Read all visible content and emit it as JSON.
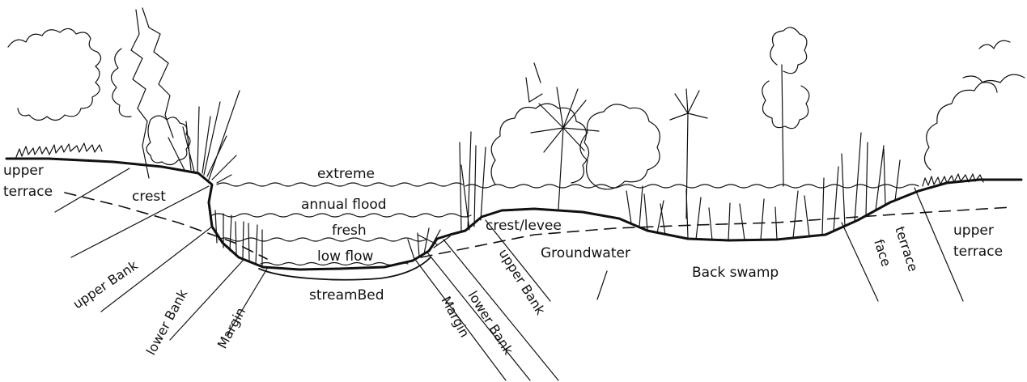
{
  "labels": {
    "upper_terrace_left_1": "upper",
    "upper_terrace_left_2": "terrace",
    "crest": "crest",
    "extreme": "extreme",
    "annual_flood": "annual flood",
    "fresh": "fresh",
    "low_flow": "low flow",
    "streambed": "streamBed",
    "upper_bank_left": "upper Bank",
    "lower_bank_left": "lower Bank",
    "margin_left": "Margin",
    "margin_right": "Margin",
    "lower_bank_right": "lower Bank",
    "upper_bank_right": "upper Bank",
    "crest_levee": "crest/levee",
    "groundwater": "Groundwater",
    "back_swamp": "Back swamp",
    "terrace_face_1": "terrace",
    "terrace_face_2": "face",
    "upper_terrace_right_1": "upper",
    "upper_terrace_right_2": "terrace"
  },
  "colors": {
    "ink": "#111111",
    "background": "#ffffff"
  }
}
